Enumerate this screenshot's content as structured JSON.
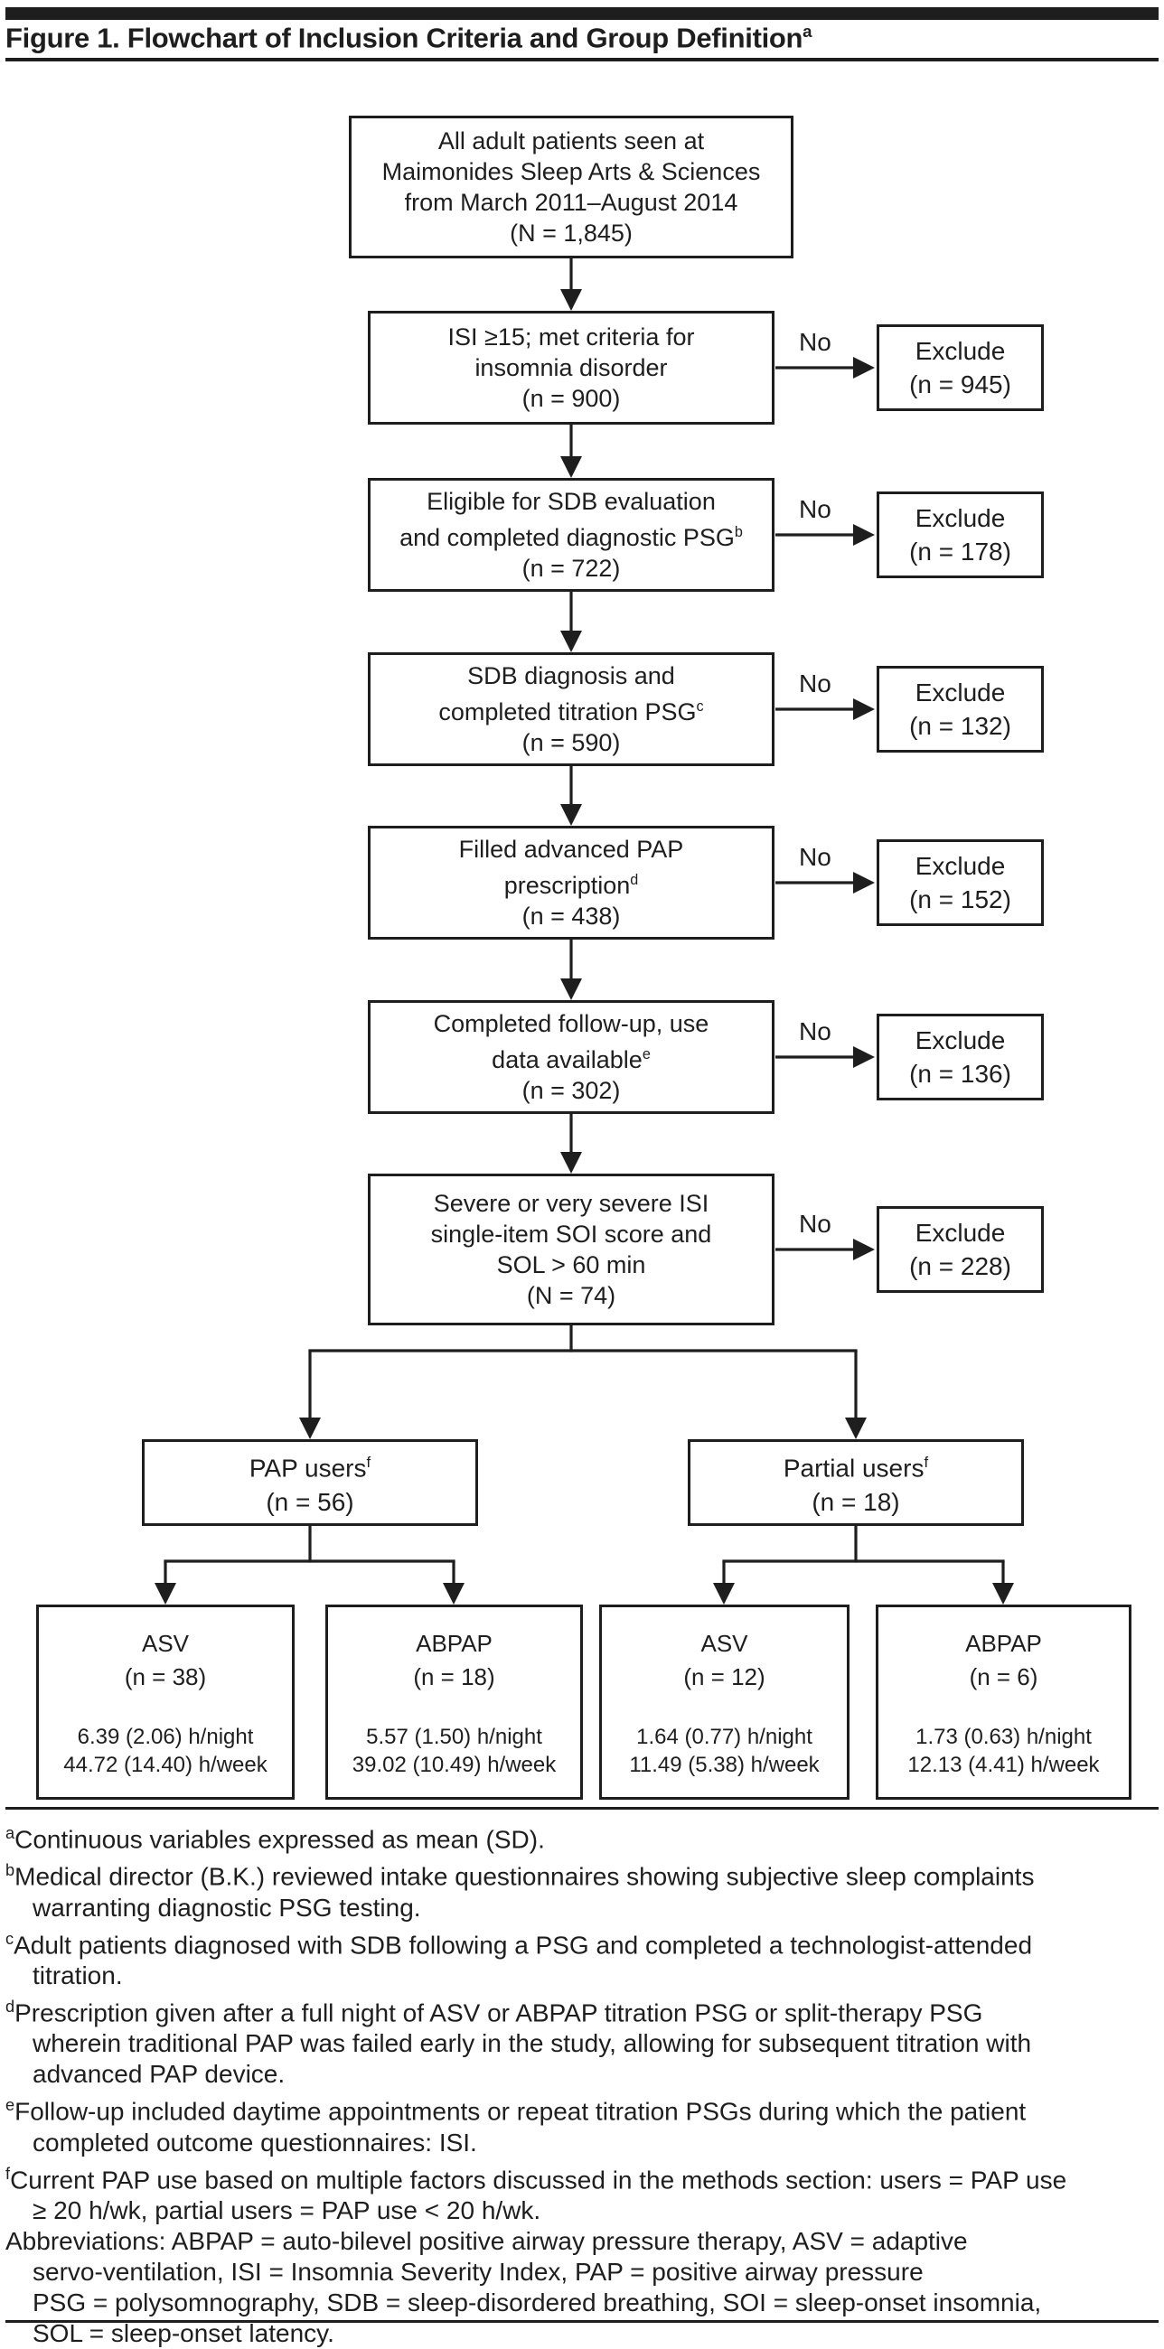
{
  "figure": {
    "title": "Figure 1. Flowchart of Inclusion Criteria and Group Definition",
    "title_sup": "a"
  },
  "labels": {
    "no": "No"
  },
  "colors": {
    "ink": "#1e1e1e",
    "background": "#ffffff"
  },
  "flow": {
    "box1": {
      "l1": "All adult patients seen at",
      "l2": "Maimonides Sleep Arts & Sciences",
      "l3": "from March 2011–August 2014",
      "l4": "(N = 1,845)"
    },
    "box2": {
      "l1": "ISI ≥15; met criteria for",
      "l2": "insomnia disorder",
      "l3": "(n = 900)",
      "exclude_l1": "Exclude",
      "exclude_l2": "(n = 945)"
    },
    "box3": {
      "l1": "Eligible for SDB evaluation",
      "l2": "and completed diagnostic PSG",
      "l2sup": "b",
      "l3": "(n = 722)",
      "exclude_l1": "Exclude",
      "exclude_l2": "(n = 178)"
    },
    "box4": {
      "l1": "SDB diagnosis and",
      "l2": "completed titration PSG",
      "l2sup": "c",
      "l3": "(n = 590)",
      "exclude_l1": "Exclude",
      "exclude_l2": "(n = 132)"
    },
    "box5": {
      "l1": "Filled advanced PAP",
      "l2": "prescription",
      "l2sup": "d",
      "l3": "(n = 438)",
      "exclude_l1": "Exclude",
      "exclude_l2": "(n = 152)"
    },
    "box6": {
      "l1": "Completed follow-up, use",
      "l2": "data available",
      "l2sup": "e",
      "l3": "(n = 302)",
      "exclude_l1": "Exclude",
      "exclude_l2": "(n = 136)"
    },
    "box7": {
      "l1": "Severe or very severe ISI",
      "l2": "single-item SOI score and",
      "l3": "SOL > 60 min",
      "l4": "(N = 74)",
      "exclude_l1": "Exclude",
      "exclude_l2": "(n = 228)"
    },
    "group_left": {
      "l1": "PAP users",
      "l1sup": "f",
      "l2": "(n = 56)"
    },
    "group_right": {
      "l1": "Partial users",
      "l1sup": "f",
      "l2": "(n = 18)"
    },
    "sub1": {
      "name": "ASV",
      "n": "(n = 38)",
      "s1": "6.39 (2.06) h/night",
      "s2": "44.72 (14.40) h/week"
    },
    "sub2": {
      "name": "ABPAP",
      "n": "(n = 18)",
      "s1": "5.57 (1.50) h/night",
      "s2": "39.02 (10.49) h/week"
    },
    "sub3": {
      "name": "ASV",
      "n": "(n = 12)",
      "s1": "1.64 (0.77) h/night",
      "s2": "11.49 (5.38) h/week"
    },
    "sub4": {
      "name": "ABPAP",
      "n": "(n = 6)",
      "s1": "1.73 (0.63) h/night",
      "s2": "12.13 (4.41) h/week"
    }
  },
  "footnotes": [
    {
      "sup": "a",
      "lines": [
        "Continuous variables expressed as mean (SD)."
      ]
    },
    {
      "sup": "b",
      "lines": [
        "Medical director (B.K.) reviewed intake questionnaires showing subjective sleep complaints",
        "warranting diagnostic PSG testing."
      ]
    },
    {
      "sup": "c",
      "lines": [
        "Adult patients diagnosed with SDB following a PSG and completed a technologist-attended",
        "titration."
      ]
    },
    {
      "sup": "d",
      "lines": [
        "Prescription given after a full night of ASV or ABPAP titration PSG or split-therapy PSG",
        "wherein traditional PAP was failed early in the study, allowing for subsequent titration with",
        "advanced PAP device."
      ]
    },
    {
      "sup": "e",
      "lines": [
        "Follow-up included daytime appointments or repeat titration PSGs during which the patient",
        "completed outcome questionnaires: ISI."
      ]
    },
    {
      "sup": "f",
      "lines": [
        "Current PAP use based on multiple factors discussed in the methods section: users = PAP use",
        "≥ 20 h/wk, partial users = PAP use < 20 h/wk."
      ]
    },
    {
      "sup": "",
      "lines": [
        "Abbreviations: ABPAP = auto-bilevel positive airway pressure therapy, ASV = adaptive",
        "servo-ventilation, ISI = Insomnia Severity Index, PAP = positive airway pressure",
        "PSG = polysomnography, SDB = sleep-disordered breathing, SOI = sleep-onset insomnia,",
        "SOL = sleep-onset latency."
      ]
    }
  ]
}
